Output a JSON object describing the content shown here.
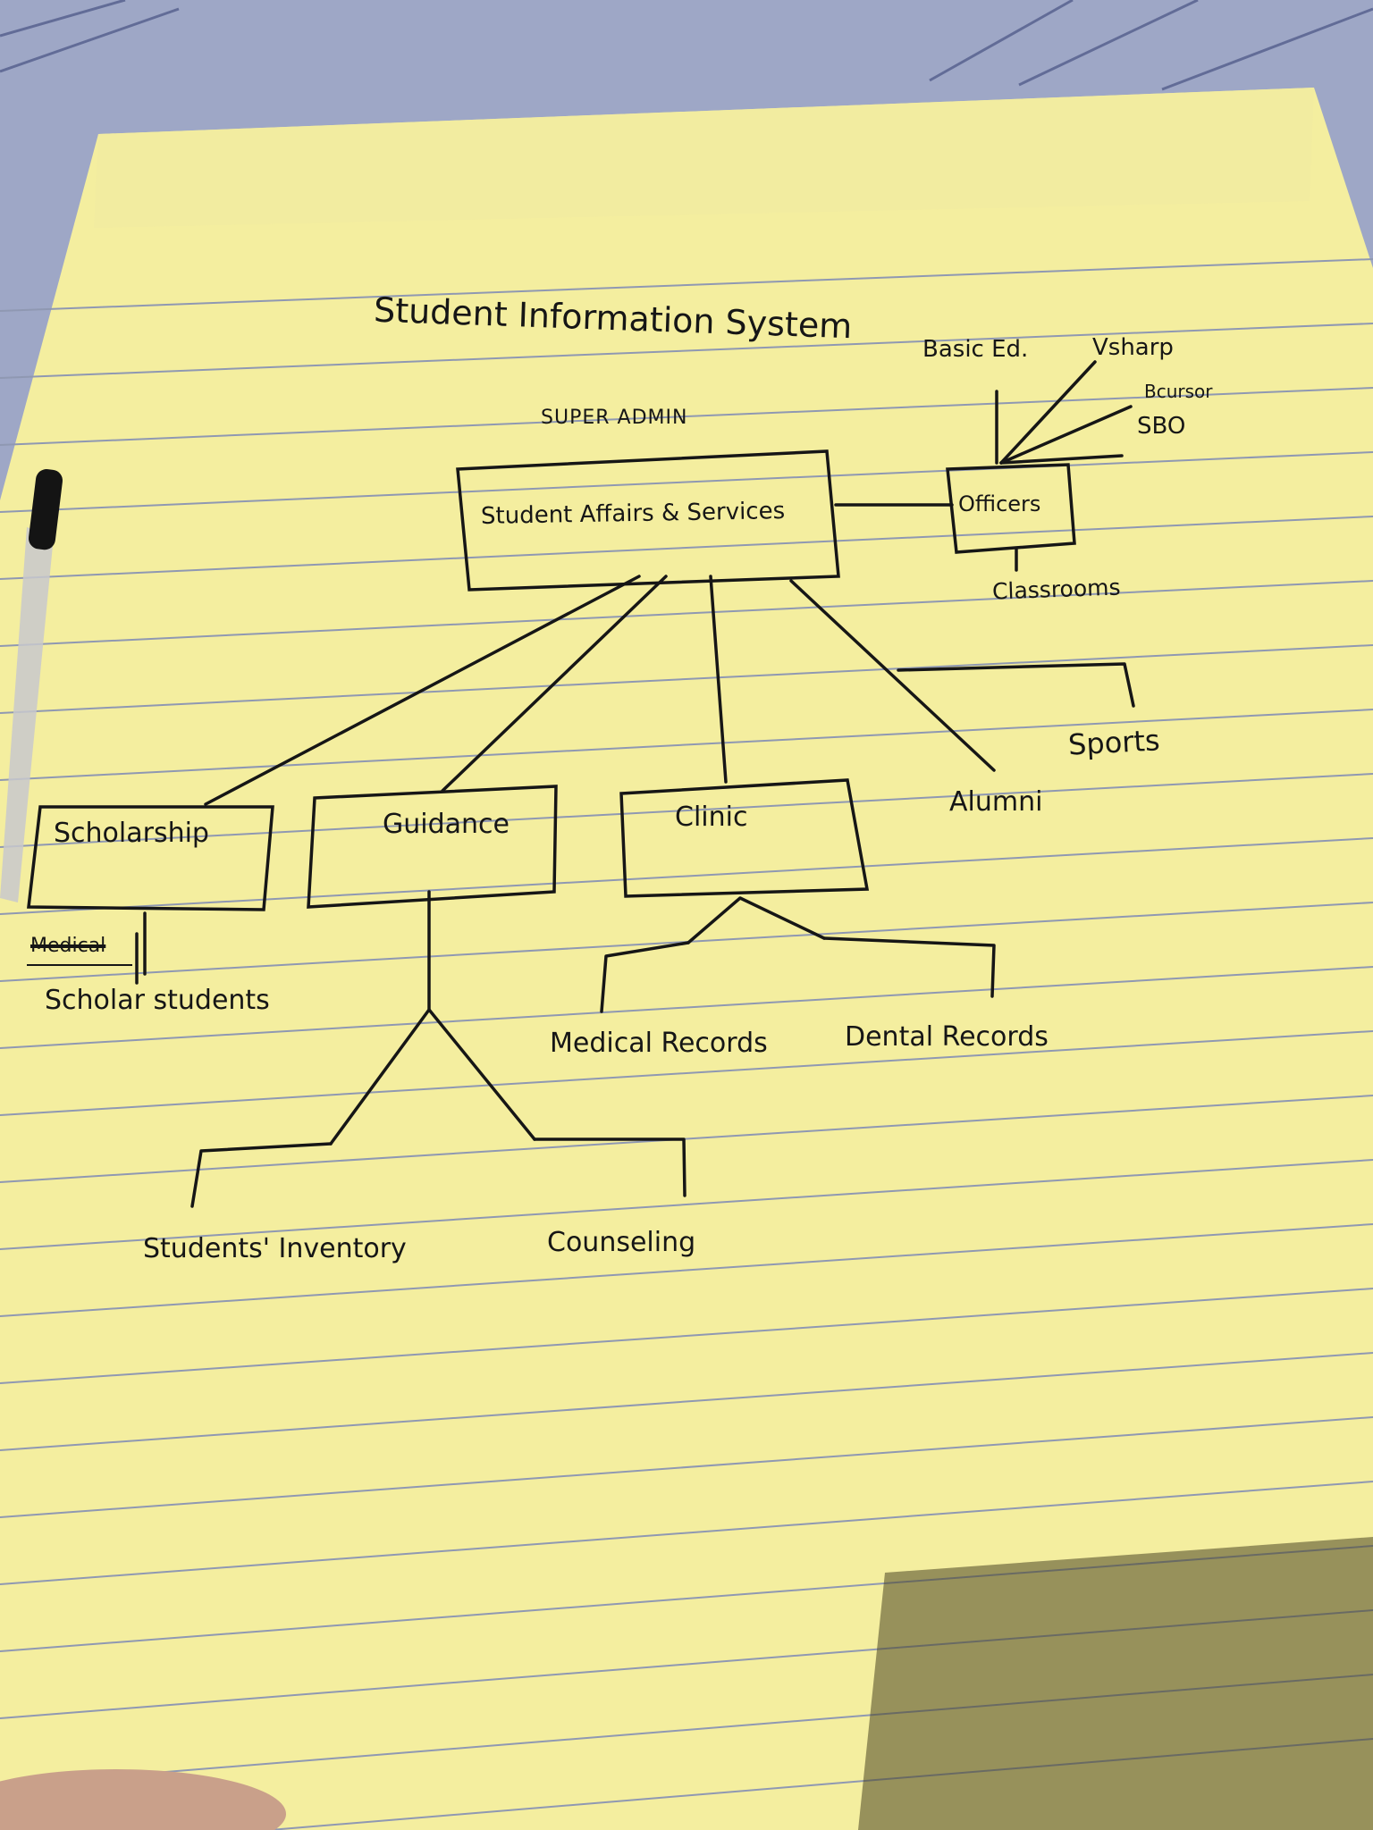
{
  "diagram": {
    "title": "Student Information System",
    "subtitle": "SUPER ADMIN",
    "root": {
      "label": "Student Affairs & Services"
    },
    "officers": {
      "label": "Officers",
      "branches": [
        "Basic Ed.",
        "Vsharp",
        "Bcursor",
        "SBO"
      ],
      "below": "Classrooms"
    },
    "departments": {
      "scholarship": {
        "label": "Scholarship",
        "crossed_out": "Medical",
        "child": "Scholar students"
      },
      "guidance": {
        "label": "Guidance",
        "children": [
          "Students' Inventory",
          "Counseling"
        ]
      },
      "clinic": {
        "label": "Clinic",
        "children": [
          "Medical Records",
          "Dental Records"
        ]
      },
      "alumni": {
        "label": "Alumni"
      },
      "sports": {
        "label": "Sports"
      }
    }
  },
  "colors": {
    "paper": "#f5ef9c",
    "rule": "#8f98b2",
    "ink": "#161616",
    "cloth": "#9ea7c6"
  },
  "icons": {
    "pen": "pen-icon"
  }
}
